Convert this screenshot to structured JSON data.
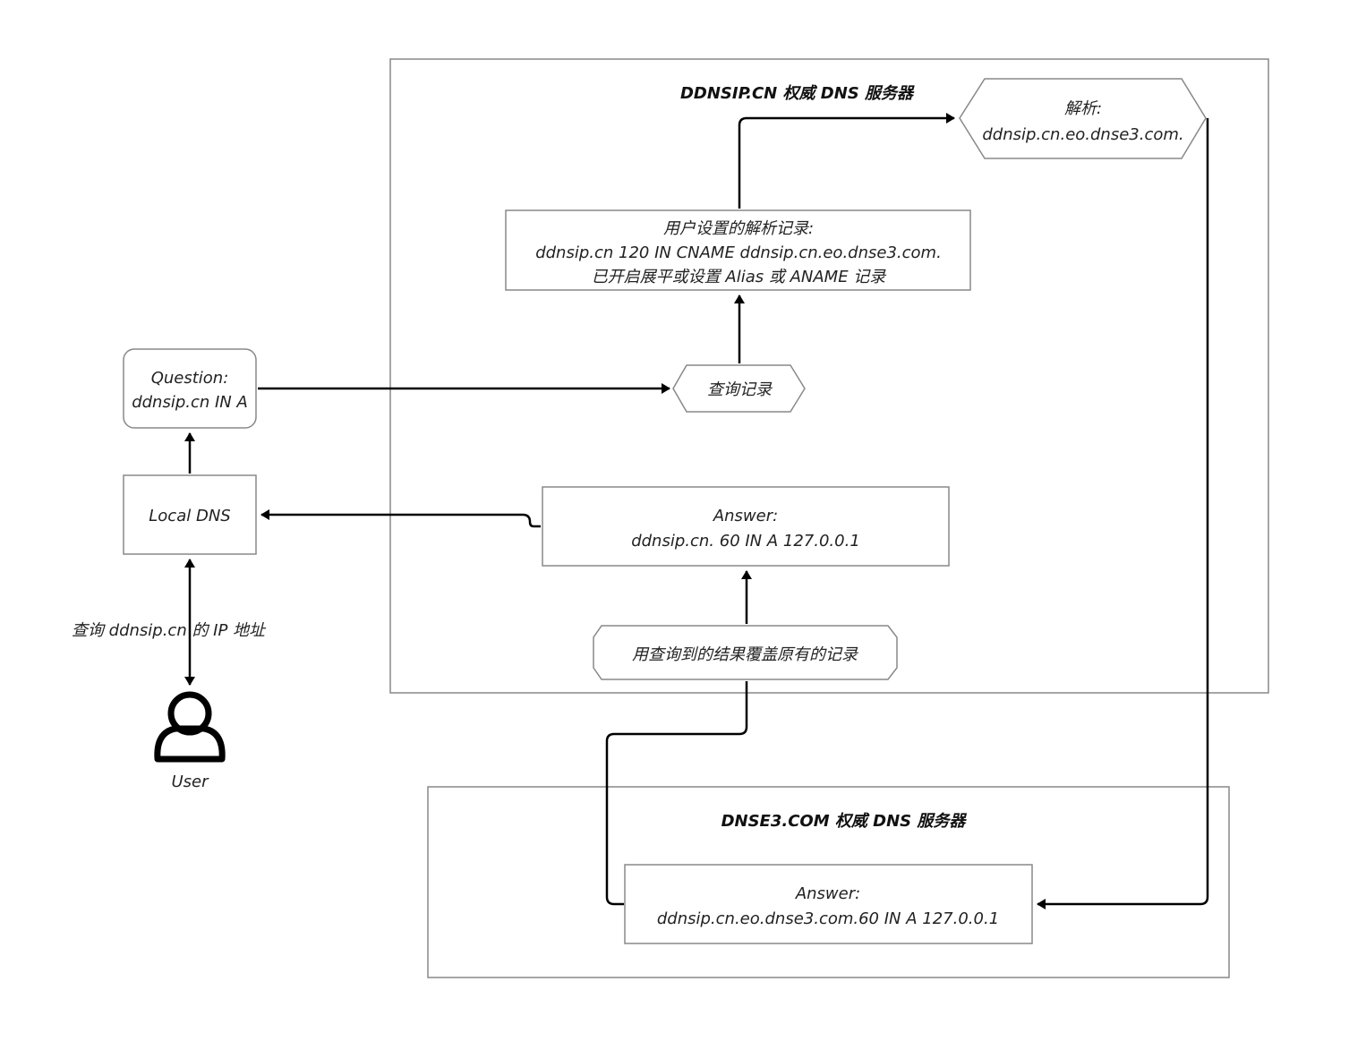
{
  "ddnsip_server": {
    "title": "DDNSIP.CN 权威 DNS 服务器"
  },
  "dnse3_server": {
    "title": "DNSE3.COM 权威 DNS 服务器"
  },
  "resolve_node": {
    "line1": "解析:",
    "line2": "ddnsip.cn.eo.dnse3.com."
  },
  "user_record": {
    "line1": "用户设置的解析记录:",
    "line2": "ddnsip.cn 120  IN CNAME ddnsip.cn.eo.dnse3.com.",
    "line3": "已开启展平或设置 Alias 或 ANAME 记录"
  },
  "question": {
    "line1": "Question:",
    "line2": "ddnsip.cn IN A"
  },
  "query_node": {
    "label": "查询记录"
  },
  "local_dns": {
    "label": "Local DNS"
  },
  "answer_ddnsip": {
    "line1": "Answer:",
    "line2": "ddnsip.cn. 60 IN A 127.0.0.1"
  },
  "overwrite_node": {
    "label": "用查询到的结果覆盖原有的记录"
  },
  "user_query": {
    "label": "查询 ddnsip.cn 的 IP 地址"
  },
  "user": {
    "label": "User",
    "icon": "user-icon"
  },
  "answer_dnse3": {
    "line1": "Answer:",
    "line2": "ddnsip.cn.eo.dnse3.com.60 IN A 127.0.0.1"
  },
  "colors": {
    "stroke": "#888888",
    "arrow": "#000000",
    "text": "#222222"
  }
}
